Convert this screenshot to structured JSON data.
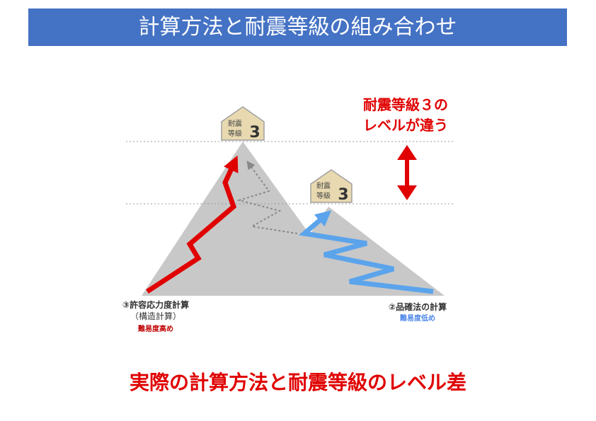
{
  "header": {
    "title": "計算方法と耐震等級の組み合わせ"
  },
  "badges": [
    {
      "line1": "耐震",
      "line2": "等級",
      "grade": "3"
    },
    {
      "line1": "耐震",
      "line2": "等級",
      "grade": "3"
    }
  ],
  "annotation": {
    "line1": "耐震等級３の",
    "line2": "レベルが違う"
  },
  "left_label": {
    "main": "③許容応力度計算",
    "sub": "（構造計算）",
    "difficulty": "難易度高め"
  },
  "right_label": {
    "main": "②品確法の計算",
    "difficulty": "難易度低め"
  },
  "footer": {
    "caption": "実際の計算方法と耐震等級のレベル差"
  },
  "colors": {
    "header_bg": "#4472c4",
    "red": "#e00000",
    "blue": "#5ba4ec",
    "mountain": "#c8c8c8",
    "house": "#e8d9b0"
  }
}
